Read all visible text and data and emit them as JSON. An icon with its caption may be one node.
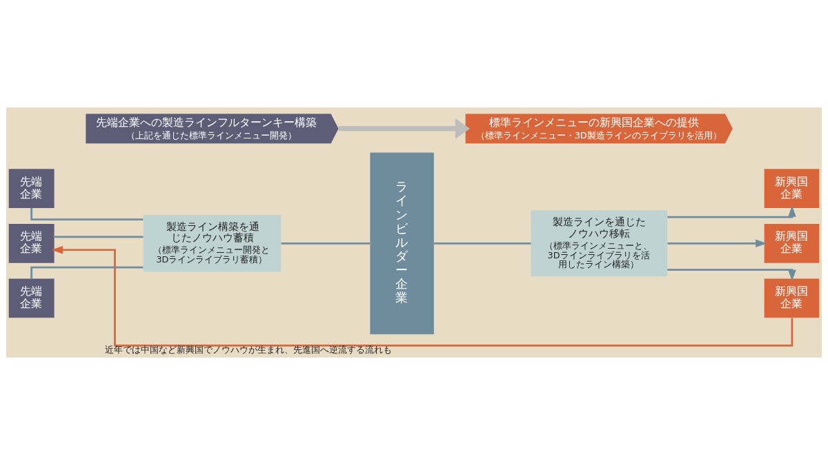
{
  "diagram": {
    "nodes": [
      {
        "text": [
          "先端企業への製造ラインフルターンキー構築",
          "（上記を通じた標準ラインメニュー開発）"
        ]
      },
      {
        "text": [
          "標準ラインメニューの新興国企業への提供",
          "（標準ラインメニュー・3D製造ラインのライブラリを活用）"
        ]
      },
      {
        "text": [
          "先端企業"
        ]
      },
      {
        "text": [
          "先端企業"
        ]
      },
      {
        "text": [
          "先端企業"
        ]
      },
      {
        "text": [
          "製造ライン構築を通じたノウハウ蓄積",
          "（標準ラインメニュー開発と3Dラインライブラリ蓄積）"
        ]
      },
      {
        "text": [
          "ラインビルダー企業"
        ]
      },
      {
        "text": [
          "製造ラインを通じたノウハウ移転",
          "（標準ラインメニューと、3Dラインライブラリを活用したライン構築）"
        ]
      },
      {
        "text": [
          "新興国企業"
        ]
      },
      {
        "text": [
          "新興国企業"
        ]
      },
      {
        "text": [
          "新興国企業"
        ]
      }
    ],
    "edges": [
      {
        "from": 0,
        "to": 1,
        "arrow": "to",
        "style": "thick",
        "color": "#bdbdbd"
      },
      {
        "from": 2,
        "to": 5,
        "arrow": "none"
      },
      {
        "from": 3,
        "to": 5,
        "arrow": "none"
      },
      {
        "from": 4,
        "to": 5,
        "arrow": "none"
      },
      {
        "from": 5,
        "to": 6,
        "arrow": "none"
      },
      {
        "from": 6,
        "to": 7,
        "arrow": "none"
      },
      {
        "from": 7,
        "to": 8,
        "arrow": "to"
      },
      {
        "from": 7,
        "to": 9,
        "arrow": "to"
      },
      {
        "from": 7,
        "to": 10,
        "arrow": "to"
      },
      {
        "from": 10,
        "to": 4,
        "arrow": "to",
        "color": "#d9663a",
        "label": "近年では中国など新興国でノウハウが生まれ、先進国へ逆流する流れも"
      }
    ]
  }
}
